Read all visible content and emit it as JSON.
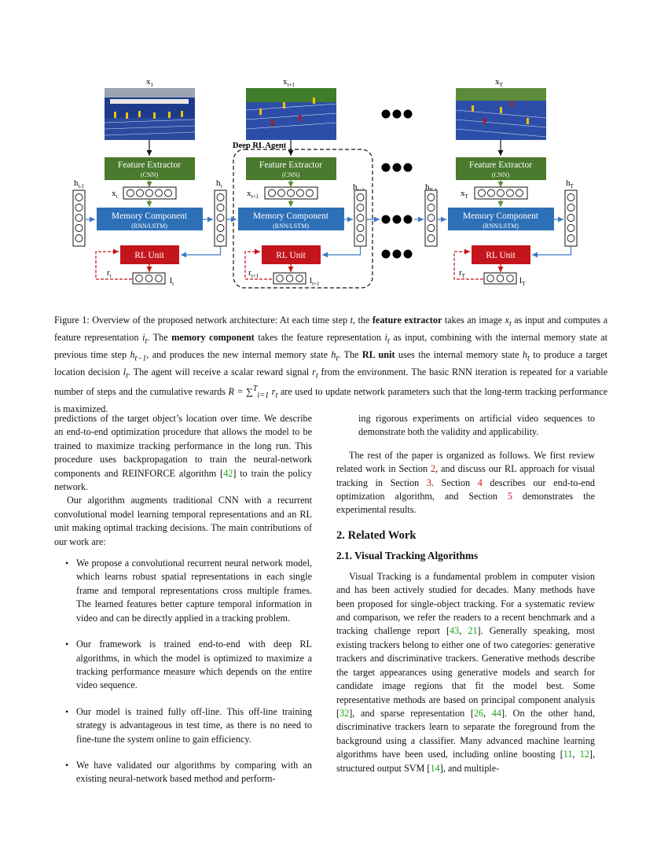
{
  "figure": {
    "agent_label": "Deep RL Agent",
    "columns": [
      {
        "x_main": "x",
        "x_sub": "1",
        "h_prev_main": "h",
        "h_prev_sub": "t-1",
        "feat_main": "x",
        "feat_sub": "t",
        "h_next_main": "h",
        "h_next_sub": "t",
        "r_main": "r",
        "r_sub": "t",
        "l_main": "l",
        "l_sub": "t"
      },
      {
        "x_main": "x",
        "x_sub": "t+1",
        "h_prev_main": "",
        "h_prev_sub": "",
        "feat_main": "x",
        "feat_sub": "t+1",
        "h_next_main": "h",
        "h_next_sub": "t+1",
        "r_main": "r",
        "r_sub": "t+1",
        "l_main": "l",
        "l_sub": "t+1"
      },
      {
        "x_main": "x",
        "x_sub": "T",
        "h_prev_main": "h",
        "h_prev_sub": "T-1",
        "feat_main": "x",
        "feat_sub": "T",
        "h_next_main": "h",
        "h_next_sub": "T",
        "r_main": "r",
        "r_sub": "T",
        "l_main": "l",
        "l_sub": "T"
      }
    ],
    "feature_extractor": "Feature Extractor",
    "feature_extractor_sub": "(CNN)",
    "memory_component": "Memory Component",
    "memory_component_sub": "(RNN/LSTM)",
    "rl_unit": "RL Unit",
    "colors": {
      "feature": "#4a7a2d",
      "memory": "#2e70b8",
      "rl": "#c4151c",
      "arrow_blue": "#3b78c4",
      "arrow_red": "#c4151c",
      "arrow_green": "#5b8c3a"
    }
  },
  "caption": {
    "label": "Figure 1: Overview of the proposed network architecture: At each time step",
    "s1": "t",
    "s2": ", the",
    "b1": "feature extractor",
    "s3": "takes an image",
    "s4": "x",
    "s4sub": "t",
    "s5": "as input and computes a feature representation",
    "s6": "i",
    "s6sub": "t",
    "s7": ". The",
    "b2": "memory component",
    "s8": "takes the feature representation",
    "s9": "i",
    "s9sub": "t",
    "s10": "as input, combining with the internal memory state at previous time step",
    "s11": "h",
    "s11sub": "t−1",
    "s12": ", and produces the new internal memory state",
    "s13": "h",
    "s13sub": "t",
    "s14": ". The",
    "b3": "RL unit",
    "s15": "uses the internal memory state",
    "s16": "h",
    "s16sub": "t",
    "s17": "to produce a target location decision",
    "s18": "l",
    "s18sub": "t",
    "s19": ". The agent will receive a scalar reward signal",
    "s20": "r",
    "s20sub": "t",
    "s21": "from the environment. The basic RNN iteration is repeated for a variable number of steps and the cumulative rewards",
    "s22": "R = ∑",
    "s22sup": "T",
    "s22sub": "i=1",
    "s23": "r",
    "s23sub": "t",
    "s24": "are used to update network parameters such that the long-term tracking performance is maximized."
  },
  "left": {
    "p1a": "predictions of the target object’s location over time. We describe an end-to-end optimization procedure that allows the model to be trained to maximize tracking performance in the long run. This procedure uses backpropagation to train the neural-network components and REINFORCE algorithm [",
    "p1cite": "42",
    "p1b": "] to train the policy network.",
    "p2": "Our algorithm augments traditional CNN with a recurrent convolutional model learning temporal representations and an RL unit making optimal tracking decisions. The main contributions of our work are:",
    "b1": "We propose a convolutional recurrent neural network model, which learns robust spatial representations in each single frame and temporal representations cross multiple frames. The learned features better capture temporal information in video and can be directly applied in a tracking problem.",
    "b2": "Our framework is trained end-to-end with deep RL algorithms, in which the model is optimized to maximize a tracking performance measure which depends on the entire video sequence.",
    "b3": "Our model is trained fully off-line. This off-line training strategy is advantageous in test time, as there is no need to fine-tune the system online to gain efficiency.",
    "b4": "We have validated our algorithms by comparing with an existing neural-network based method and perform-"
  },
  "right": {
    "cont": "ing rigorous experiments on artificial video sequences to demonstrate both the validity and applicability.",
    "p1a": "The rest of the paper is organized as follows. We first review related work in Section ",
    "r1": "2",
    "p1b": ", and discuss our RL approach for visual tracking in Section ",
    "r2": "3",
    "p1c": ". Section ",
    "r3": "4",
    "p1d": " describes our end-to-end optimization algorithm, and Section ",
    "r4": "5",
    "p1e": " demonstrates the experimental results.",
    "h2": "2. Related Work",
    "h3": "2.1. Visual Tracking Algorithms",
    "p2a": "Visual Tracking is a fundamental problem in computer vision and has been actively studied for decades. Many methods have been proposed for single-object tracking. For a systematic review and comparison, we refer the readers to a recent benchmark and a tracking challenge report [",
    "c1": "43",
    "p2b": ", ",
    "c2": "21",
    "p2c": "]. Generally speaking, most existing trackers belong to either one of two categories: generative trackers and discriminative trackers. Generative methods describe the target appearances using generative models and search for candidate image regions that fit the model best. Some representative methods are based on principal component analysis [",
    "c3": "32",
    "p2d": "], and sparse representation [",
    "c4": "26",
    "p2e": ", ",
    "c5": "44",
    "p2f": "]. On the other hand, discriminative trackers learn to separate the foreground from the background using a classifier. Many advanced machine learning algorithms have been used, including online boosting [",
    "c6": "11",
    "p2g": ", ",
    "c7": "12",
    "p2h": "], structured output SVM [",
    "c8": "14",
    "p2i": "], and multiple-"
  }
}
